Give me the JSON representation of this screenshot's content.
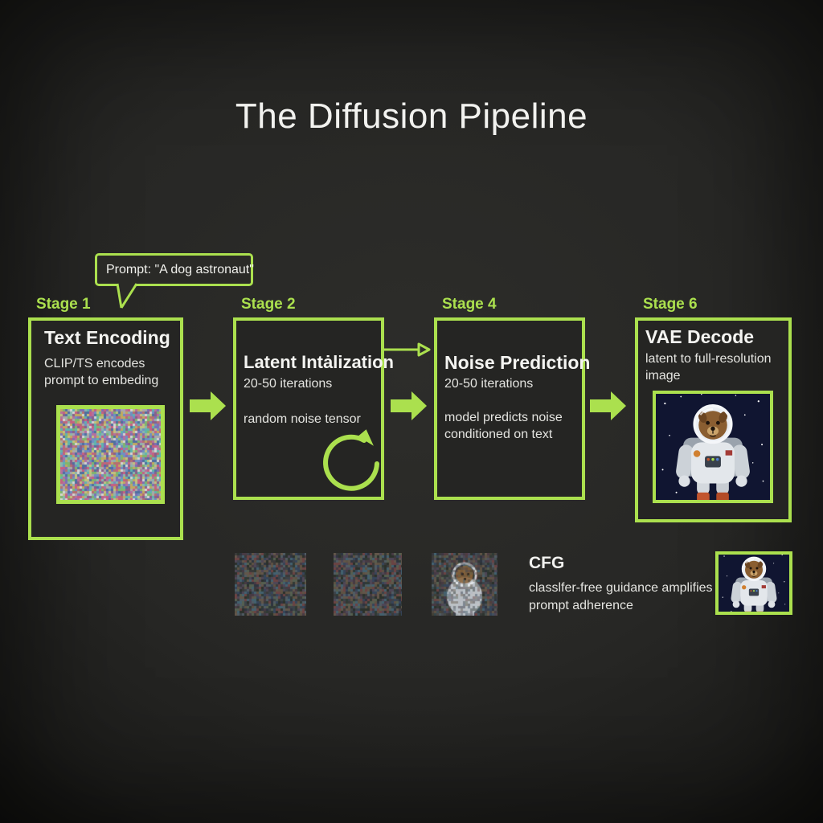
{
  "title": "The Diffusion Pipeline",
  "prompt_bubble": {
    "text": "Prompt: \"A dog astronaut\""
  },
  "stages": [
    {
      "label": "Stage 1",
      "title": "Text Encoding",
      "desc": "CLIP/TS encodes prompt to embeding",
      "image": "noise-tensor-image"
    },
    {
      "label": "Stage 2",
      "title": "Latent Intȧlization",
      "desc": "20-50 iterations",
      "desc2": "random noise tensor",
      "icon": "cycle-arrow-icon"
    },
    {
      "label": "Stage 4",
      "title": "Noise Prediction",
      "desc": "20-50 iterations",
      "desc2": "model predicts noise conditioned on text"
    },
    {
      "label": "Stage 6",
      "title": "VAE Decode",
      "desc": "latent to full-resolution image",
      "image": "dog-astronaut-image"
    }
  ],
  "cfg": {
    "title": "CFG",
    "description": "classlfer-free guidance amplifies prompt adherence"
  },
  "bottom_row": {
    "thumbnails": [
      "denoise-step-1-noise",
      "denoise-step-2-noise",
      "denoise-step-3-emerging-dog",
      "final-dog-astronaut-thumbnail"
    ]
  },
  "icons": {
    "flow_arrows": "arrow-right-icon",
    "iteration_arrow": "thin-arrow-right-icon",
    "stage2_loop": "cycle-arrow-icon",
    "bubble_pointer": "speech-bubble-tail"
  },
  "colors": {
    "accent_green": "#abe04e",
    "background": "#272725",
    "box_fill": "#252523",
    "text_primary": "#f2f2ef",
    "text_secondary": "#e4e4e0"
  }
}
